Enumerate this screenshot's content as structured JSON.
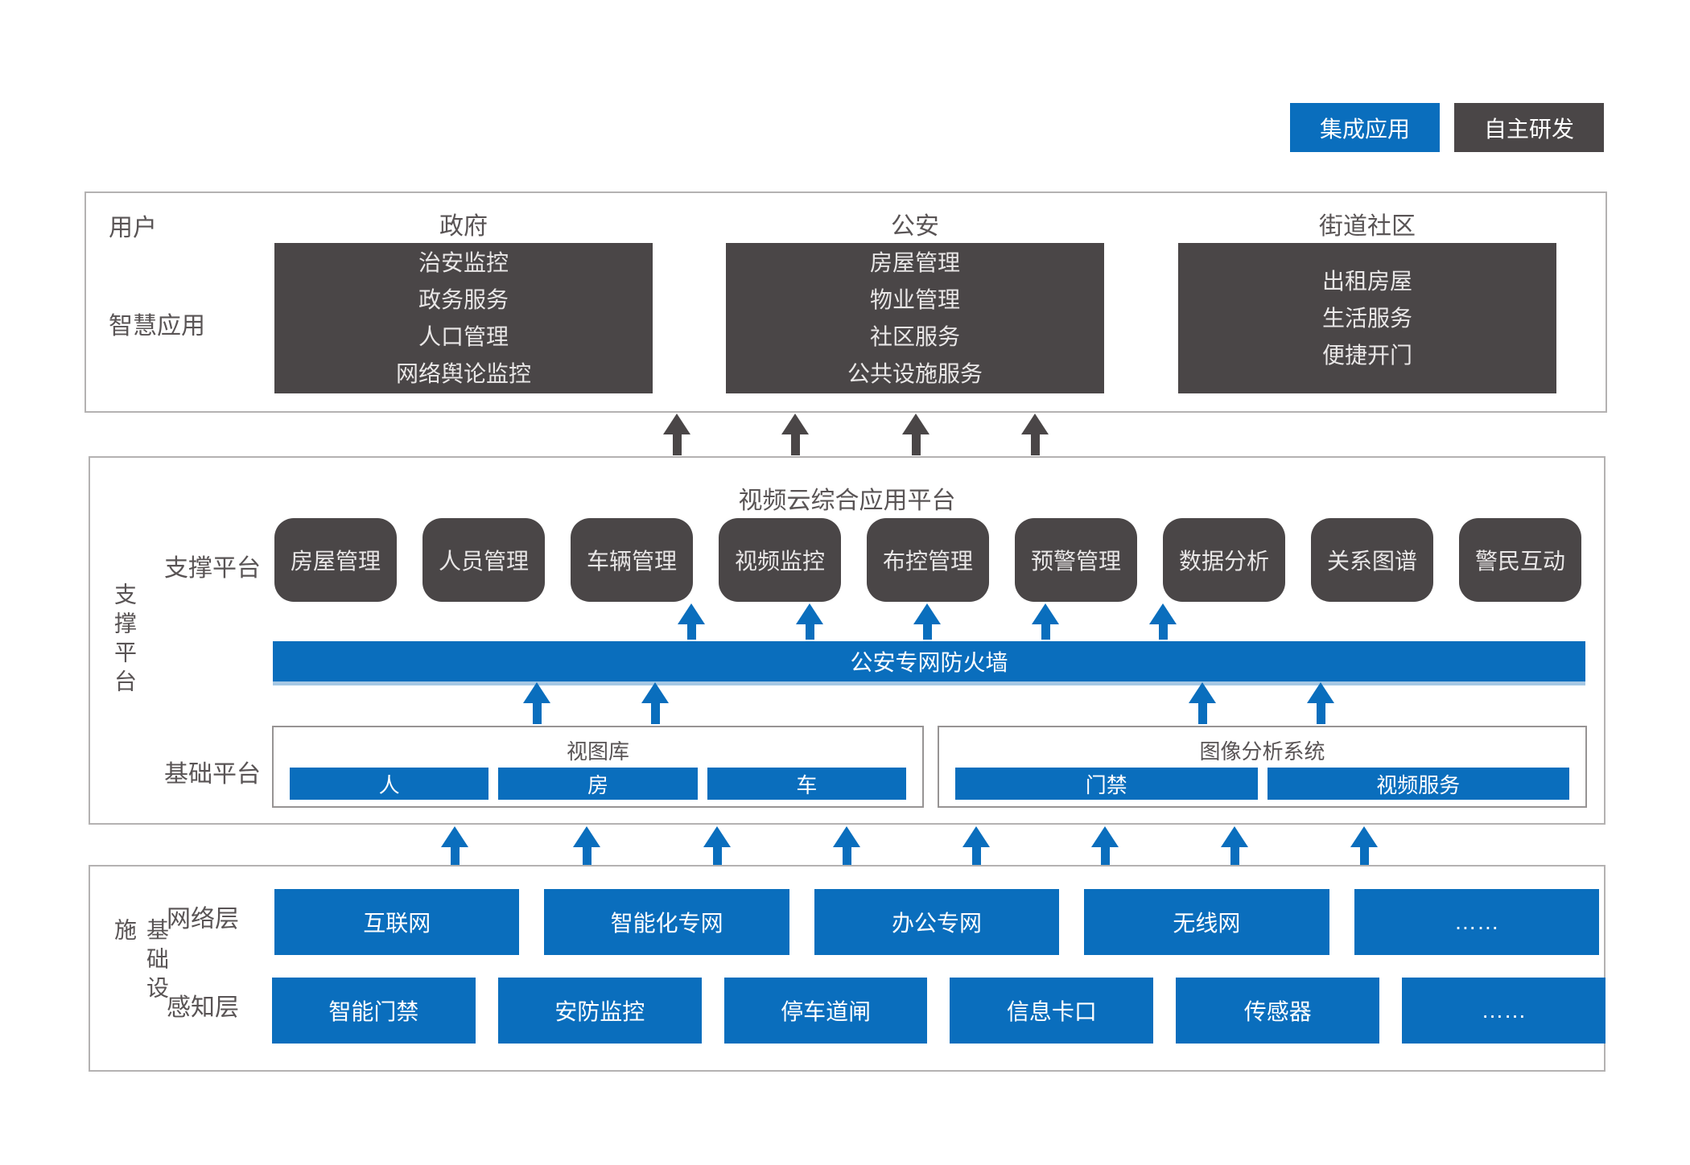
{
  "legend": {
    "integrated": "集成应用",
    "self_developed": "自主研发"
  },
  "top_section": {
    "user_label": "用户",
    "app_label": "智慧应用",
    "columns": [
      {
        "header": "政府",
        "items": [
          "治安监控",
          "政务服务",
          "人口管理",
          "网络舆论监控"
        ]
      },
      {
        "header": "公安",
        "items": [
          "房屋管理",
          "物业管理",
          "社区服务",
          "公共设施服务"
        ]
      },
      {
        "header": "街道社区",
        "items": [
          "出租房屋",
          "生活服务",
          "便捷开门"
        ]
      }
    ]
  },
  "middle_section": {
    "side_label": "支撑平台",
    "title": "视频云综合应用平台",
    "support_label": "支撑平台",
    "support_boxes": [
      "房屋管理",
      "人员管理",
      "车辆管理",
      "视频监控",
      "布控管理",
      "预警管理",
      "数据分析",
      "关系图谱",
      "警民互动"
    ],
    "firewall": "公安专网防火墙",
    "base_label": "基础平台",
    "base_groups": [
      {
        "title": "视图库",
        "items": [
          "人",
          "房",
          "车"
        ]
      },
      {
        "title": "图像分析系统",
        "items": [
          "门禁",
          "视频服务"
        ]
      }
    ]
  },
  "bottom_section": {
    "side_label": "基础设施",
    "network_label": "网络层",
    "network_items": [
      "互联网",
      "智能化专网",
      "办公专网",
      "无线网",
      "……"
    ],
    "sense_label": "感知层",
    "sense_items": [
      "智能门禁",
      "安防监控",
      "停车道闸",
      "信息卡口",
      "传感器",
      "……"
    ]
  },
  "colors": {
    "blue": "#0a6ebd",
    "dark_gray": "#4a4647"
  }
}
